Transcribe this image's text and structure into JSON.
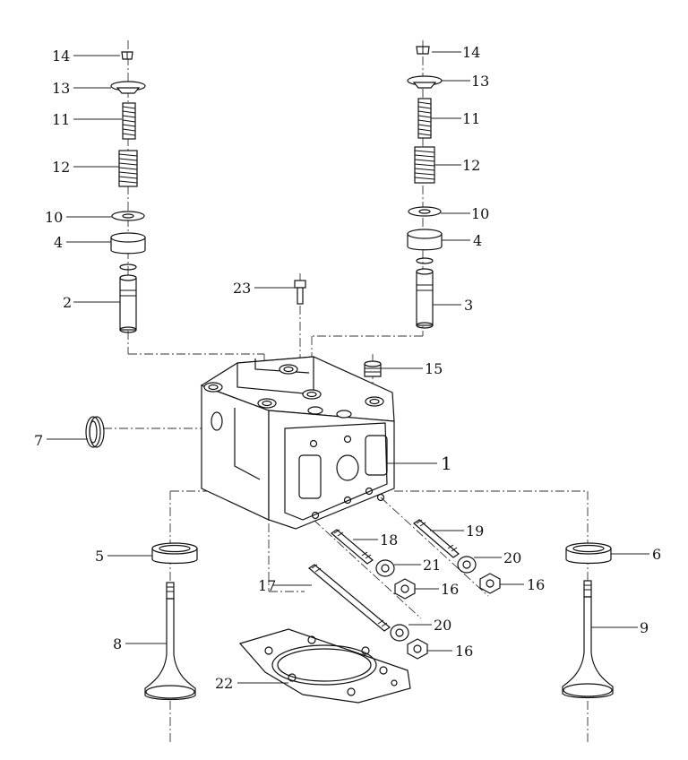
{
  "labels": {
    "l1": "1",
    "l2": "2",
    "l3": "3",
    "l4a": "4",
    "l4b": "4",
    "l5": "5",
    "l6": "6",
    "l7": "7",
    "l8": "8",
    "l9": "9",
    "l10a": "10",
    "l10b": "10",
    "l11a": "11",
    "l11b": "11",
    "l12a": "12",
    "l12b": "12",
    "l13a": "13",
    "l13b": "13",
    "l14a": "14",
    "l14b": "14",
    "l15": "15",
    "l16a": "16",
    "l16b": "16",
    "l16c": "16",
    "l17": "17",
    "l18": "18",
    "l19": "19",
    "l20a": "20",
    "l20b": "20",
    "l21": "21",
    "l22": "22",
    "l23": "23"
  }
}
